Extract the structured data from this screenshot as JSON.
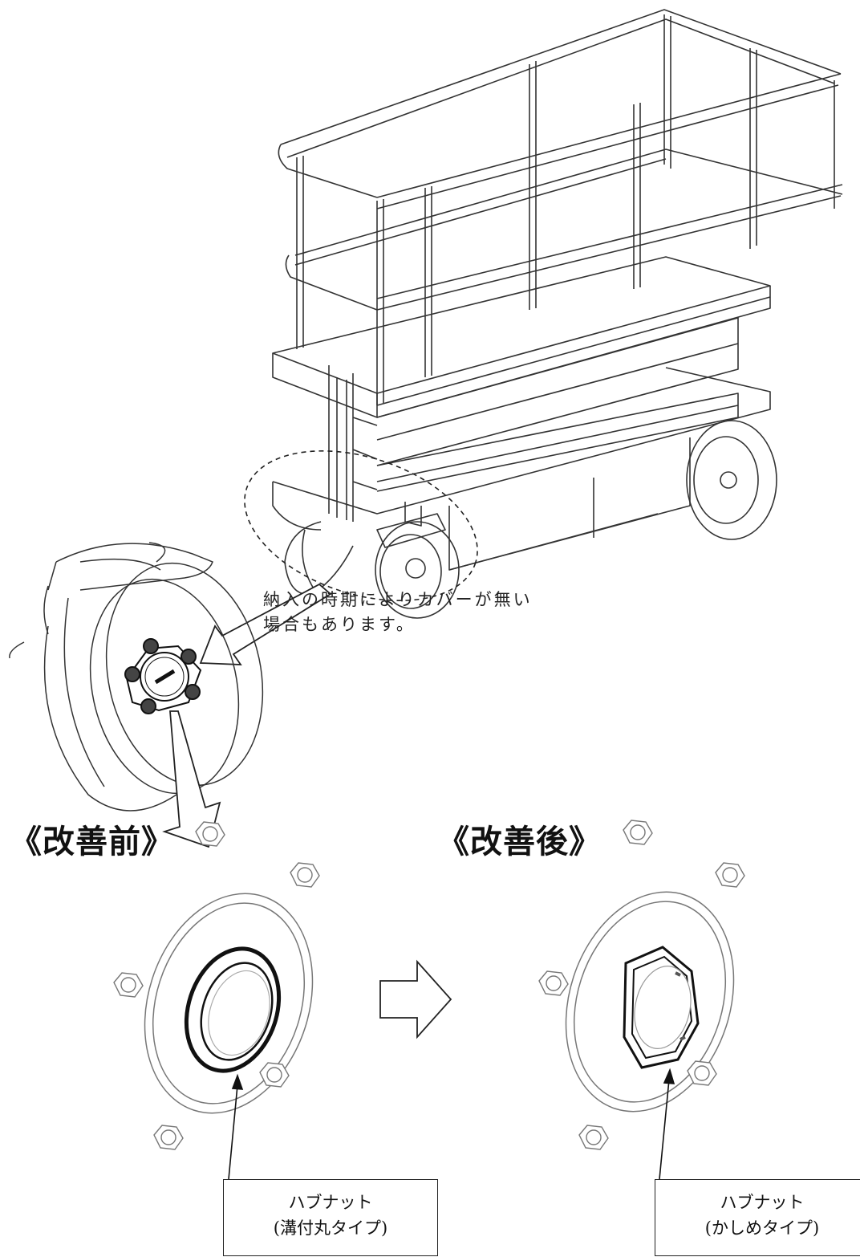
{
  "note": {
    "line1": "納入の時期によりカバーが無い",
    "line2": "場合もあります。"
  },
  "before": {
    "heading": "《改善前》",
    "label_line1": "ハブナット",
    "label_line2": "(溝付丸タイプ)"
  },
  "after": {
    "heading": "《改善後》",
    "label_line1": "ハブナット",
    "label_line2": "(かしめタイプ)"
  }
}
